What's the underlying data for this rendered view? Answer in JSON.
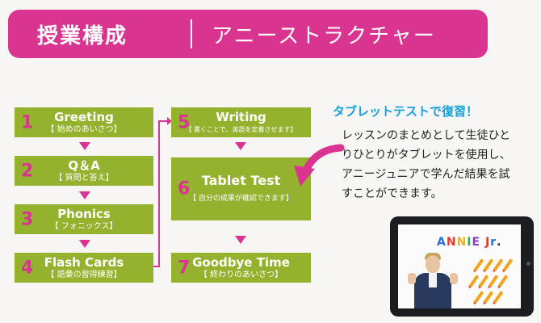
{
  "header": {
    "title": "授業構成",
    "subtitle": "アニーストラクチャー"
  },
  "steps": [
    {
      "num": "1",
      "title": "Greeting",
      "sub": "【 始めのあいさつ】"
    },
    {
      "num": "2",
      "title": "Q＆A",
      "sub": "【 質問と答え】"
    },
    {
      "num": "3",
      "title": "Phonics",
      "sub": "【 フォニックス】"
    },
    {
      "num": "4",
      "title": "Flash Cards",
      "sub": "【 語彙の習得練習】"
    },
    {
      "num": "5",
      "title": "Writing",
      "sub": "【 書くことで、英語を定着させます】"
    },
    {
      "num": "6",
      "title": "Tablet Test",
      "sub": "【 自分の成果が確認できます】"
    },
    {
      "num": "7",
      "title": "Goodbye Time",
      "sub": "【 終わりのあいさつ】"
    }
  ],
  "callout": {
    "heading": "タブレットテストで復習！",
    "body": "レッスンのまとめとして生徒ひとりひとりがタブレットを使用し、アニージュニアで学んだ結果を試すことができます。"
  },
  "tablet": {
    "logo_text": "ANNIE Jr.",
    "logo_letters": [
      "A",
      "N",
      "N",
      "I",
      "E",
      " ",
      "J",
      "r",
      "."
    ],
    "logo_colors": [
      "#2b6fd6",
      "#e23b2e",
      "#f0b21c",
      "#2fa84f",
      "#8a3fc0",
      "#000000",
      "#e23b2e",
      "#2b6fd6",
      "#222222"
    ]
  },
  "colors": {
    "banner": "#d9348f",
    "box": "#95b22f",
    "accent": "#d9348f",
    "callout": "#1aa0d8"
  }
}
